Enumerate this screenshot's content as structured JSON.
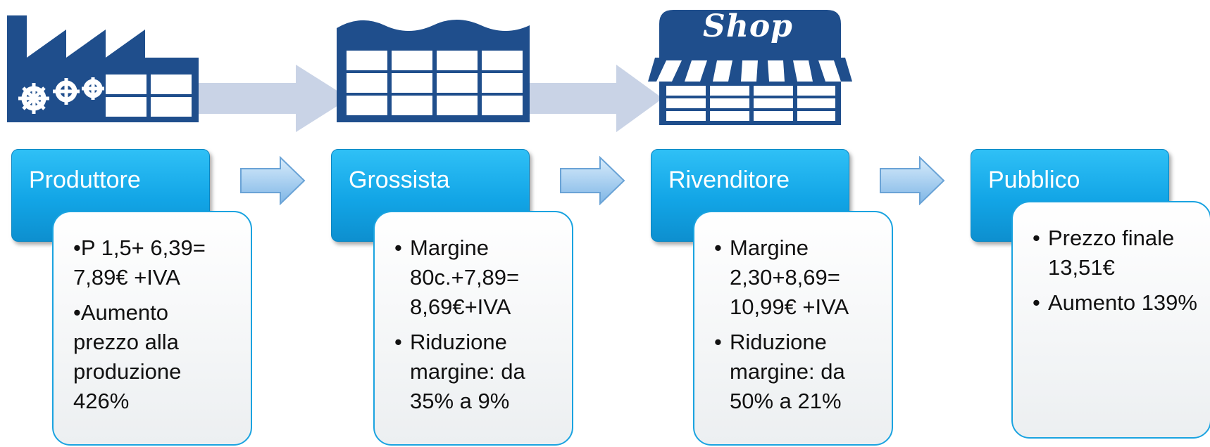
{
  "illustrations": {
    "factory": "factory-icon",
    "warehouse": "warehouse-icon",
    "shop": "shop-icon",
    "shop_sign": "Shop"
  },
  "colors": {
    "icon_navy": "#1f4e8c",
    "stage_blue": "#12a5e6",
    "card_border": "#1aa3e0",
    "top_arrow": "#c9d3e6"
  },
  "stages": [
    {
      "label": "Produttore",
      "bullets": [
        {
          "dot": "•",
          "text": "P 1,5+ 6,39= 7,89€ +IVA"
        },
        {
          "dot": "•",
          "text": "Aumento prezzo alla produzione 426%"
        }
      ]
    },
    {
      "label": "Grossista",
      "bullets": [
        {
          "dot": "•",
          "text": "Margine 80c.+7,89= 8,69€+IVA"
        },
        {
          "dot": "•",
          "text": "Riduzione margine: da 35% a 9%"
        }
      ]
    },
    {
      "label": "Rivenditore",
      "bullets": [
        {
          "dot": "•",
          "text": "Margine 2,30+8,69= 10,99€ +IVA"
        },
        {
          "dot": "•",
          "text": "Riduzione margine: da 50% a 21%"
        }
      ]
    },
    {
      "label": "Pubblico",
      "bullets": [
        {
          "dot": "•",
          "text": " Prezzo finale 13,51€"
        },
        {
          "dot": "•",
          "text": "Aumento 139%"
        }
      ]
    }
  ]
}
